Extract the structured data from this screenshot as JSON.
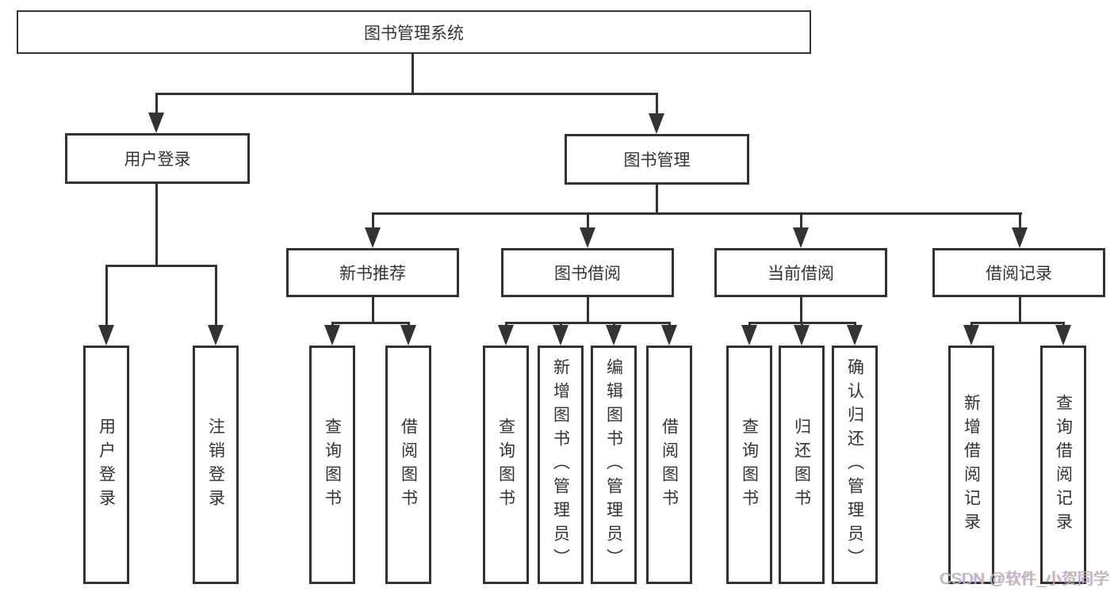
{
  "diagram": {
    "title": "图书管理系统",
    "watermark": "CSDN @软件_小贺同学",
    "colors": {
      "line": "#333333",
      "text": "#333333",
      "background": "#ffffff",
      "watermark": "#b9b9b9"
    },
    "nodes": {
      "root": {
        "label": "图书管理系统"
      },
      "level2": [
        {
          "label": "用户登录"
        },
        {
          "label": "图书管理"
        }
      ],
      "level3": [
        {
          "label": "新书推荐"
        },
        {
          "label": "图书借阅"
        },
        {
          "label": "当前借阅"
        },
        {
          "label": "借阅记录"
        }
      ],
      "leaves": [
        {
          "label": "用户登录"
        },
        {
          "label": "注销登录"
        },
        {
          "label": "查询图书"
        },
        {
          "label": "借阅图书"
        },
        {
          "label": "查询图书"
        },
        {
          "label": "新增图书（管理员）"
        },
        {
          "label": "编辑图书（管理员）"
        },
        {
          "label": "借阅图书"
        },
        {
          "label": "查询图书"
        },
        {
          "label": "归还图书"
        },
        {
          "label": "确认归还（管理员）"
        },
        {
          "label": "新增借阅记录"
        },
        {
          "label": "查询借阅记录"
        }
      ]
    }
  }
}
